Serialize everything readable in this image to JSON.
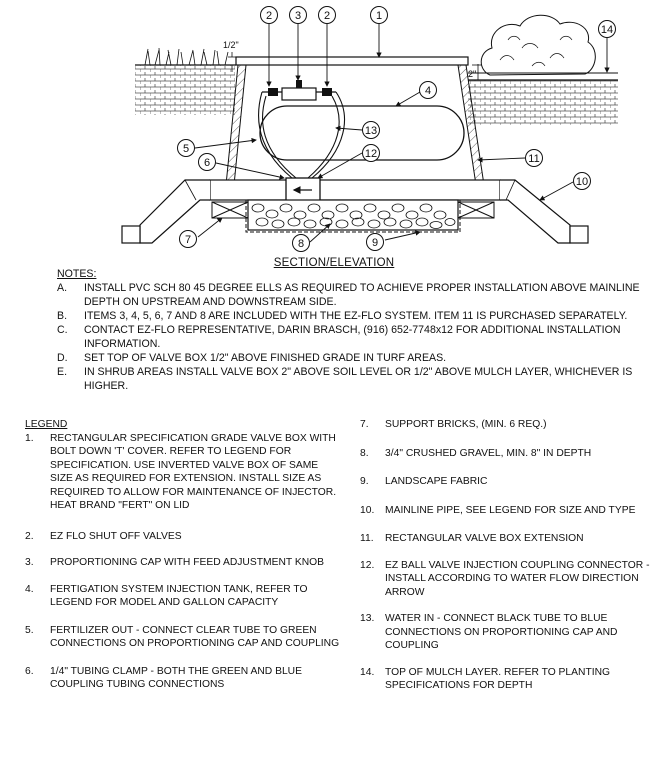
{
  "callouts": [
    {
      "n": "1"
    },
    {
      "n": "2"
    },
    {
      "n": "3"
    },
    {
      "n": "2"
    },
    {
      "n": "14"
    },
    {
      "n": "4"
    },
    {
      "n": "13"
    },
    {
      "n": "5"
    },
    {
      "n": "12"
    },
    {
      "n": "6"
    },
    {
      "n": "11"
    },
    {
      "n": "10"
    },
    {
      "n": "7"
    },
    {
      "n": "8"
    },
    {
      "n": "9"
    }
  ],
  "dimensions": {
    "half_inch": "1/2\"",
    "two_inch": "2\""
  },
  "section_title": "SECTION/ELEVATION",
  "notes": {
    "heading": "NOTES:",
    "items": [
      {
        "label": "A.",
        "text": "INSTALL PVC SCH 80 45 DEGREE ELLS AS REQUIRED TO ACHIEVE PROPER INSTALLATION ABOVE MAINLINE DEPTH ON UPSTREAM AND DOWNSTREAM SIDE."
      },
      {
        "label": "B.",
        "text": "ITEMS 3, 4, 5, 6, 7 AND 8 ARE INCLUDED WITH THE EZ-FLO SYSTEM.  ITEM 11 IS PURCHASED SEPARATELY."
      },
      {
        "label": "C.",
        "text": "CONTACT EZ-FLO REPRESENTATIVE, DARIN BRASCH, (916) 652-7748x12 FOR ADDITIONAL INSTALLATION INFORMATION."
      },
      {
        "label": "D.",
        "text": "SET TOP OF VALVE BOX 1/2\" ABOVE FINISHED GRADE IN TURF AREAS."
      },
      {
        "label": "E.",
        "text": "IN SHRUB AREAS INSTALL VALVE BOX 2\" ABOVE SOIL LEVEL OR 1/2\" ABOVE MULCH LAYER, WHICHEVER IS HIGHER."
      }
    ]
  },
  "legend": {
    "heading": "LEGEND",
    "left": [
      {
        "n": "1.",
        "text": "RECTANGULAR SPECIFICATION GRADE VALVE BOX WITH BOLT DOWN 'T' COVER. REFER TO LEGEND FOR SPECIFICATION. USE INVERTED VALVE BOX OF SAME SIZE AS REQUIRED FOR EXTENSION. INSTALL SIZE AS REQUIRED TO ALLOW FOR MAINTENANCE OF INJECTOR. HEAT BRAND \"FERT\" ON LID"
      },
      {
        "n": "2.",
        "text": "EZ FLO SHUT OFF VALVES"
      },
      {
        "n": "3.",
        "text": "PROPORTIONING CAP WITH FEED ADJUSTMENT KNOB"
      },
      {
        "n": "4.",
        "text": "FERTIGATION SYSTEM INJECTION TANK, REFER TO LEGEND FOR MODEL AND GALLON CAPACITY"
      },
      {
        "n": "5.",
        "text": "FERTILIZER OUT - CONNECT CLEAR TUBE TO GREEN CONNECTIONS ON PROPORTIONING CAP AND COUPLING"
      },
      {
        "n": "6.",
        "text": "1/4\" TUBING CLAMP - BOTH THE GREEN AND BLUE COUPLING TUBING CONNECTIONS"
      }
    ],
    "right": [
      {
        "n": "7.",
        "text": "SUPPORT BRICKS, (MIN. 6 REQ.)"
      },
      {
        "n": "8.",
        "text": "3/4\" CRUSHED GRAVEL, MIN. 8\" IN DEPTH"
      },
      {
        "n": "9.",
        "text": "LANDSCAPE FABRIC"
      },
      {
        "n": "10.",
        "text": "MAINLINE PIPE, SEE LEGEND FOR SIZE AND TYPE"
      },
      {
        "n": "11.",
        "text": "RECTANGULAR VALVE BOX EXTENSION"
      },
      {
        "n": "12.",
        "text": "EZ BALL VALVE INJECTION COUPLING CONNECTOR - INSTALL ACCORDING TO WATER FLOW DIRECTION ARROW"
      },
      {
        "n": "13.",
        "text": "WATER IN -  CONNECT BLACK TUBE TO BLUE CONNECTIONS ON PROPORTIONING CAP AND COUPLING"
      },
      {
        "n": "14.",
        "text": "TOP OF MULCH LAYER. REFER TO PLANTING SPECIFICATIONS FOR DEPTH"
      }
    ]
  }
}
